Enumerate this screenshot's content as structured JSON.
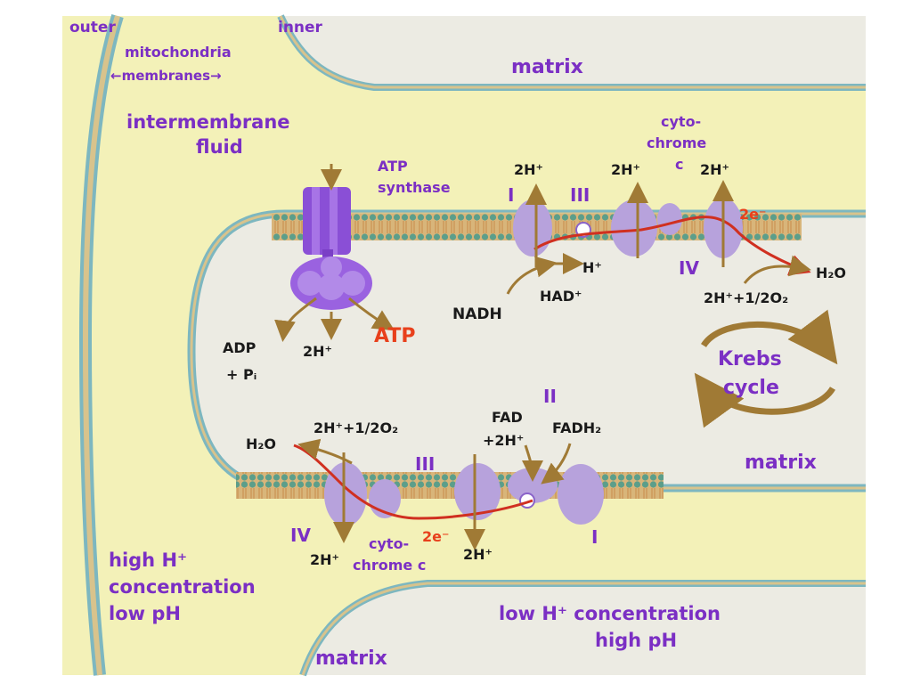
{
  "colors": {
    "fluid": "#f3f1b8",
    "matrix": "#ecebe3",
    "membrane_outline": "#7db7c0",
    "membrane_tan": "#d8b57a",
    "protein": "#b7a2dc",
    "protein_dark": "#8a63c9",
    "atp_synthase": "#8a4fd6",
    "label_purple": "#7b2fc4",
    "label_red": "#e8401c",
    "arrow_brown": "#a07a35",
    "electron_path": "#d03020"
  },
  "labels": {
    "outer": "outer",
    "inner": "inner",
    "mitochondria": "mitochondria",
    "membranes": "←membranes→",
    "matrix_top": "matrix",
    "intermembrane": "intermembrane",
    "fluid": "fluid",
    "atp_synthase_1": "ATP",
    "atp_synthase_2": "synthase",
    "cyto_top_1": "cyto-",
    "cyto_top_2": "chrome",
    "cyto_top_3": "c",
    "complex_I_top": "I",
    "complex_III_top": "III",
    "complex_IV_top": "IV",
    "h_top_1": "2H⁺",
    "h_top_2": "2H⁺",
    "h_top_3": "2H⁺",
    "e_top": "2e⁻",
    "h_plus": "H⁺",
    "had": "HAD⁺",
    "nadh": "NADH",
    "h2o_top": "H₂O",
    "h_o2_top": "2H⁺+1/2O₂",
    "adp": "ADP",
    "pi": "+ Pᵢ",
    "h_synth": "2H⁺",
    "atp": "ATP",
    "krebs_1": "Krebs",
    "krebs_2": "cycle",
    "complex_II": "II",
    "fad": "FAD",
    "fad_h": "+2H⁺",
    "fadh2": "FADH₂",
    "h2o_bot": "H₂O",
    "h_o2_bot": "2H⁺+1/2O₂",
    "complex_III_bot": "III",
    "matrix_mid": "matrix",
    "complex_IV_bot": "IV",
    "e_bot": "2e⁻",
    "h_bot_1": "2H⁺",
    "cyto_bot_1": "cyto-",
    "cyto_bot_2": "chrome c",
    "h_bot_2": "2H⁺",
    "complex_I_bot": "I",
    "high_h_1": "high H⁺",
    "high_h_2": "concentration",
    "high_h_3": "low pH",
    "low_h_1": "low H⁺ concentration",
    "low_h_2": "high pH",
    "matrix_bottom": "matrix"
  }
}
